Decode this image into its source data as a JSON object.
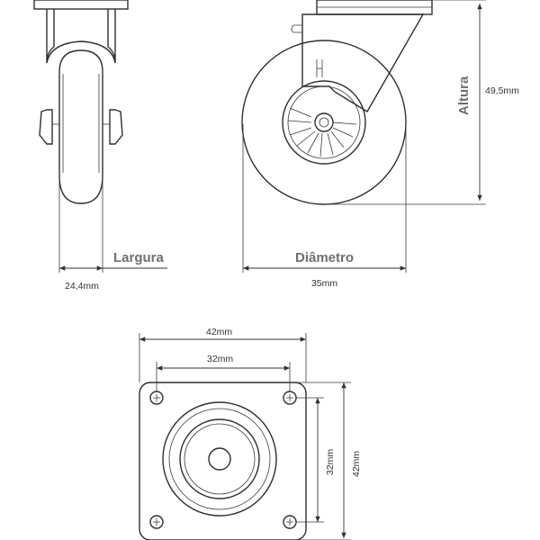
{
  "labels": {
    "width": "Largura",
    "diameter": "Diâmetro",
    "height": "Altura"
  },
  "dimensions": {
    "width_value": "24,4mm",
    "diameter_value": "35mm",
    "height_value": "49,5mm",
    "plate_width": "42mm",
    "hole_spacing_h": "32mm",
    "hole_spacing_v": "32mm",
    "plate_height": "42mm"
  },
  "colors": {
    "line": "#2f2f2f",
    "label": "#6f6f6f"
  }
}
